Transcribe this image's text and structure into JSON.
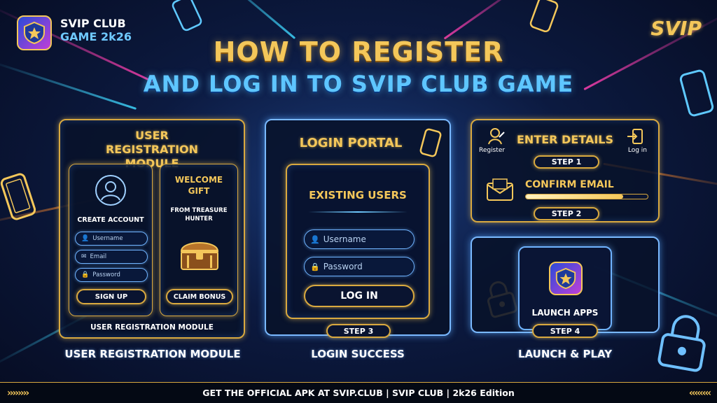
{
  "brand": {
    "line1": "SVIP CLUB",
    "line2": "GAME 2k26",
    "corner_logo": "SVIP"
  },
  "headline": {
    "line1": "HOW TO REGISTER",
    "line2": "AND LOG IN TO SVIP CLUB GAME"
  },
  "registration": {
    "title": "USER REGISTRATION MODULE",
    "create_account": "CREATE ACCOUNT",
    "username_placeholder": "Username",
    "email_placeholder": "Email",
    "password_placeholder": "Password",
    "sign_up": "SIGN UP",
    "gift_title": "WELCOME GIFT",
    "gift_from": "FROM TREASURE HUNTER",
    "claim_bonus": "CLAIM BONUS",
    "footer": "USER REGISTRATION MODULE",
    "caption": "USER REGISTRATION MODULE"
  },
  "login": {
    "title": "LOGIN PORTAL",
    "existing_users": "EXISTING USERS",
    "username_placeholder": "Username",
    "password_placeholder": "Password",
    "login_button": "LOG IN",
    "step": "STEP 3",
    "caption": "LOGIN SUCCESS"
  },
  "details": {
    "title": "ENTER DETAILS",
    "register_label": "Register",
    "login_label": "Log in",
    "step1": "STEP 1",
    "confirm_email": "CONFIRM EMAIL",
    "step2": "STEP 2",
    "progress": 0.8
  },
  "launch": {
    "label": "LAUNCH APPS",
    "step": "STEP 4",
    "caption": "LAUNCH & PLAY"
  },
  "footer": {
    "text": "GET THE OFFICIAL APK AT SVIP.CLUB | SVIP CLUB | 2k26 Edition"
  },
  "colors": {
    "gold": "#f4c75a",
    "blue": "#5fa8ff",
    "navy": "#0a1430"
  }
}
